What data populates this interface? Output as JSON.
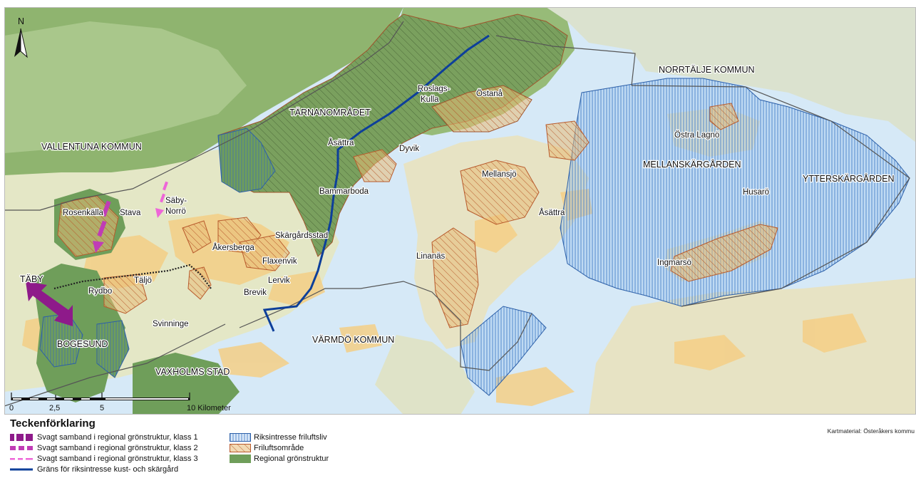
{
  "map": {
    "north_label": "N",
    "labels": {
      "vallentuna": "VALLENTUNA KOMMUN",
      "norrtalje": "NORRTÄLJE KOMMUN",
      "varmdo": "VÄRMDÖ KOMMUN",
      "vaxholm": "VAXHOLMS STAD",
      "taby": "TÄBY",
      "bogesund": "BOGESUND",
      "tarnan": "TÄRNANOMRÅDET",
      "mellanskargarden": "MELLANSKÄRGÅRDEN",
      "ytterskargarden": "YTTERSKÄRGÅRDEN",
      "roslags1": "Roslags-",
      "roslags2": "Kulla",
      "ostana": "Östanå",
      "asattra1": "Åsättra",
      "dyvik": "Dyvik",
      "bammarboda": "Bammarboda",
      "saby1": "Säby-",
      "saby2": "Norrö",
      "rosenkalla": "Rosenkälla",
      "stava": "Stava",
      "akersberga": "Åkersberga",
      "skargardsstad": "Skärgårdsstad",
      "flaxenvik": "Flaxenvik",
      "lervik": "Lervik",
      "brevik": "Brevik",
      "rydbo": "Rydbo",
      "taljo": "Täljö",
      "svinninge": "Svinninge",
      "mellansjo": "Mellansjö",
      "asattra2": "Åsättra",
      "linanas": "Linanäs",
      "ostra_lagno": "Östra Lagnö",
      "husaro": "Husarö",
      "ingmarso": "Ingmarsö"
    },
    "scale": {
      "ticks": [
        "0",
        "2,5",
        "5",
        "10 Kilometer"
      ]
    }
  },
  "legend": {
    "title": "Teckenförklaring",
    "items": [
      {
        "label": "Svagt samband i regional grönstruktur, klass 1",
        "color": "#8e1a8a"
      },
      {
        "label": "Svagt samband i regional grönstruktur, klass 2",
        "color": "#c03cb6"
      },
      {
        "label": "Svagt samband i regional grönstruktur, klass 3",
        "color": "#ee66d8"
      },
      {
        "label": "Gräns för riksintresse kust- och skärgård",
        "color": "#0d3f9a"
      },
      {
        "label": "Riksintresse friluftsliv",
        "color": "#5b8fd0"
      },
      {
        "label": "Friluftsområde",
        "color": "#c45a2a"
      },
      {
        "label": "Regional grönstruktur",
        "color": "#6f9e5a"
      }
    ]
  },
  "credit": "Kartmaterial: Österåkers kommu"
}
